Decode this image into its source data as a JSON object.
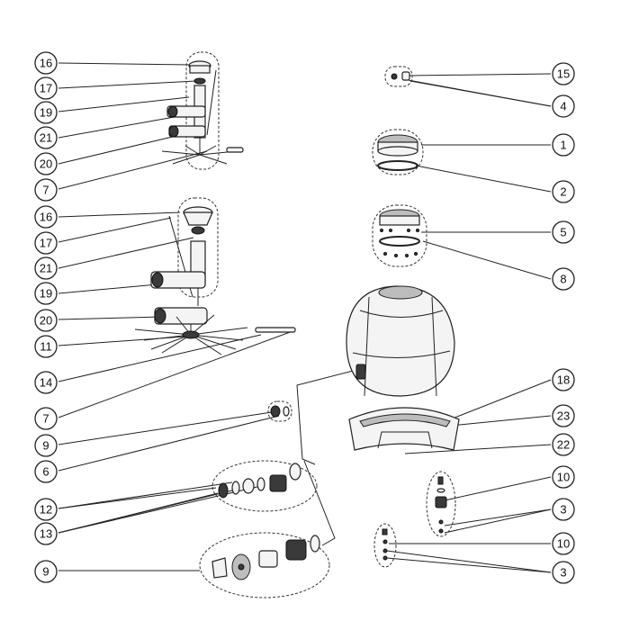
{
  "callouts": [
    {
      "id": "c16a",
      "label": "16"
    },
    {
      "id": "c17a",
      "label": "17"
    },
    {
      "id": "c19a",
      "label": "19"
    },
    {
      "id": "c21a",
      "label": "21"
    },
    {
      "id": "c20a",
      "label": "20"
    },
    {
      "id": "c7a",
      "label": "7"
    },
    {
      "id": "c16b",
      "label": "16"
    },
    {
      "id": "c17b",
      "label": "17"
    },
    {
      "id": "c21b",
      "label": "21"
    },
    {
      "id": "c19b",
      "label": "19"
    },
    {
      "id": "c20b",
      "label": "20"
    },
    {
      "id": "c11",
      "label": "11"
    },
    {
      "id": "c14",
      "label": "14"
    },
    {
      "id": "c7b",
      "label": "7"
    },
    {
      "id": "c9a",
      "label": "9"
    },
    {
      "id": "c6",
      "label": "6"
    },
    {
      "id": "c12",
      "label": "12"
    },
    {
      "id": "c13",
      "label": "13"
    },
    {
      "id": "c9b",
      "label": "9"
    },
    {
      "id": "c15",
      "label": "15"
    },
    {
      "id": "c4",
      "label": "4"
    },
    {
      "id": "c1",
      "label": "1"
    },
    {
      "id": "c2",
      "label": "2"
    },
    {
      "id": "c5",
      "label": "5"
    },
    {
      "id": "c8",
      "label": "8"
    },
    {
      "id": "c18",
      "label": "18"
    },
    {
      "id": "c23",
      "label": "23"
    },
    {
      "id": "c22",
      "label": "22"
    },
    {
      "id": "c10a",
      "label": "10"
    },
    {
      "id": "c3a",
      "label": "3"
    },
    {
      "id": "c10b",
      "label": "10"
    },
    {
      "id": "c3b",
      "label": "3"
    }
  ]
}
